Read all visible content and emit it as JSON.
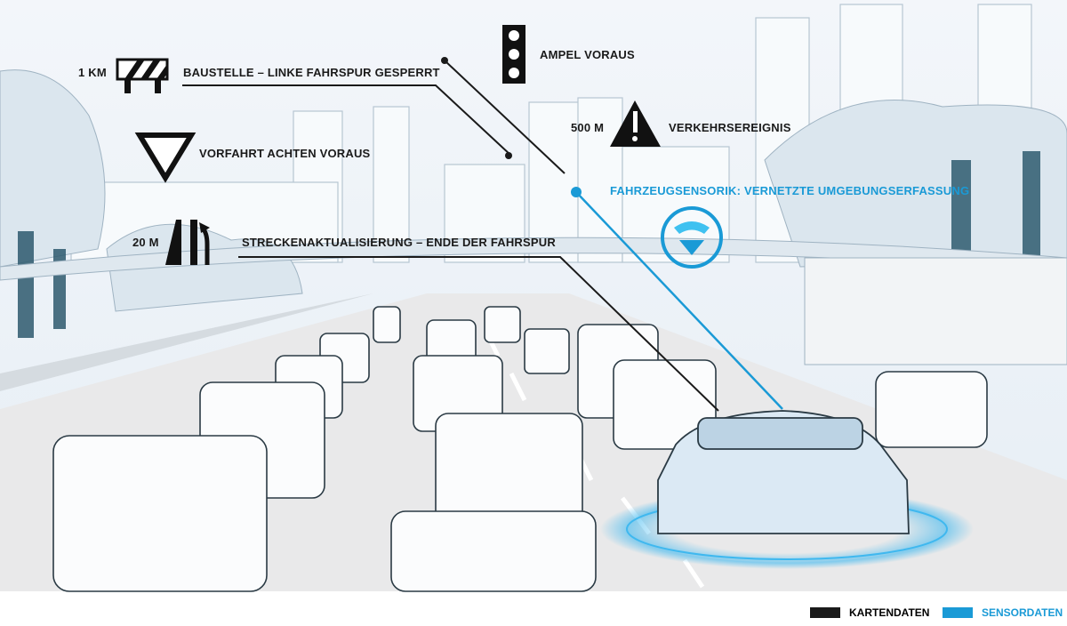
{
  "annotations": {
    "construction": {
      "distance": "1 KM",
      "text": "BAUSTELLE –  LINKE FAHRSPUR GESPERRT",
      "icon": "construction-barrier-icon"
    },
    "traffic_light": {
      "text": "AMPEL VORAUS",
      "icon": "traffic-light-icon"
    },
    "yield": {
      "text": "VORFAHRT ACHTEN VORAUS",
      "icon": "yield-sign-icon"
    },
    "incident": {
      "distance": "500 M",
      "text": "VERKEHRSEREIGNIS",
      "icon": "warning-triangle-icon"
    },
    "sensor": {
      "text": "FAHRZEUGSENSORIK: VERNETZTE UMGEBUNGSERFASSUNG",
      "icon": "wifi-signal-icon"
    },
    "lane_end": {
      "distance": "20 M",
      "text": "STRECKENAKTUALISIERUNG – ENDE DER FAHRSPUR",
      "icon": "lane-merge-icon"
    }
  },
  "legend": [
    {
      "label": "KARTENDATEN",
      "color": "#1a1a1a"
    },
    {
      "label": "SENSORDATEN",
      "color": "#1a9ad6"
    }
  ],
  "colors": {
    "map": "#1a1a1a",
    "sensor": "#1a9ad6",
    "sky": "#eef3f8"
  }
}
